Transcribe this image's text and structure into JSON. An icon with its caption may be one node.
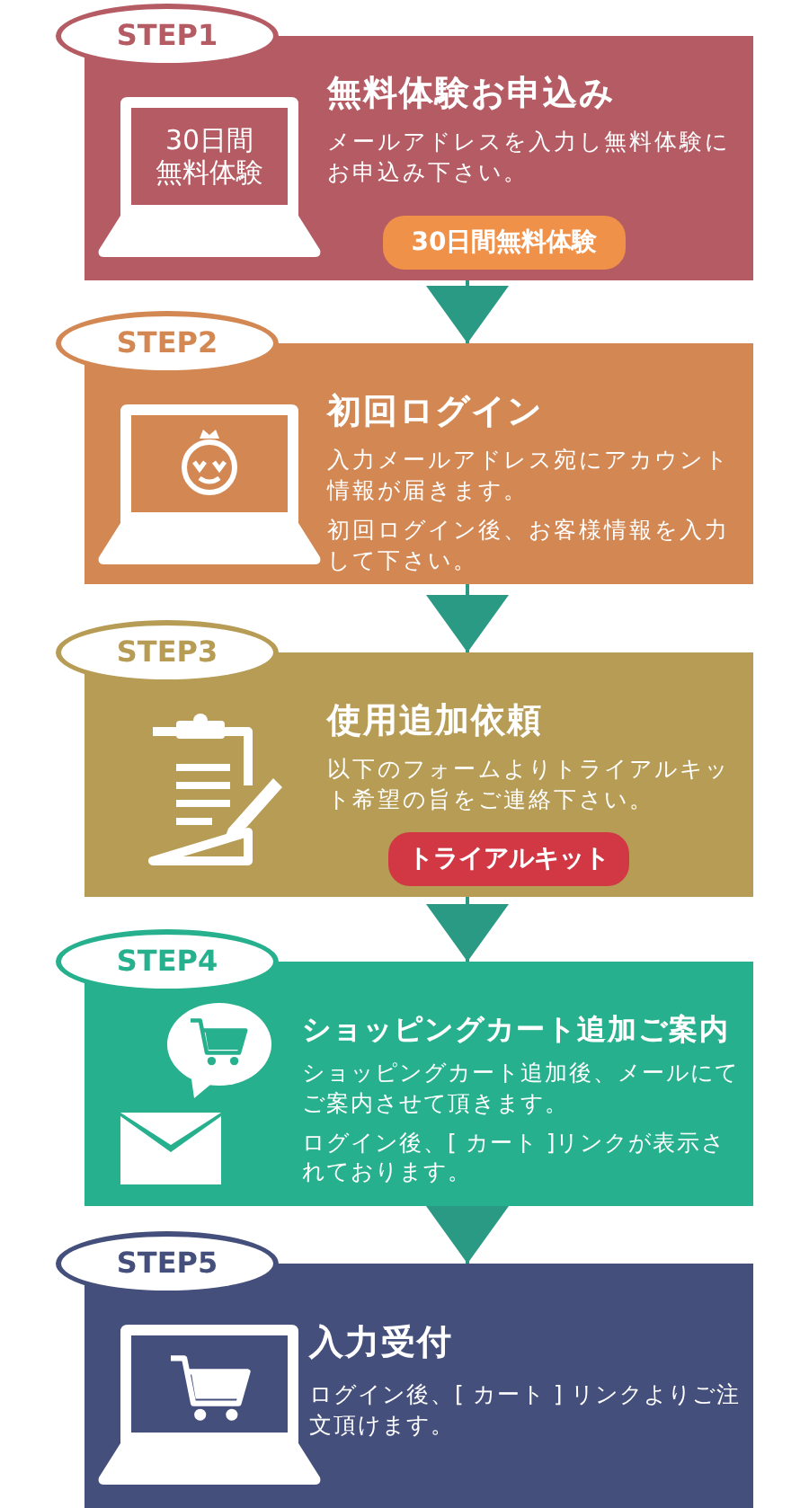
{
  "diagram": {
    "nodes": [
      {
        "text": [
          "STEP1"
        ]
      },
      {
        "text": [
          "無料体験お申込み",
          "メールアドレスを入力し無料体験にお申込み下さい。"
        ]
      },
      {
        "text": [
          "30日間無料体験"
        ],
        "in": 1
      },
      {
        "text": [
          "30日間無料体験"
        ],
        "in": 1
      },
      {
        "text": [
          "STEP2"
        ]
      },
      {
        "text": [
          "初回ログイン",
          "入力メールアドレス宛にアカウント情報が届きます。",
          "初回ログイン後、お客様情報を入力して下さい。"
        ]
      },
      {
        "text": [
          "STEP3"
        ]
      },
      {
        "text": [
          "使用追加依頼",
          "以下のフォームよりトライアルキット希望の旨をご連絡下さい。"
        ]
      },
      {
        "text": [
          "トライアルキット"
        ],
        "in": 7
      },
      {
        "text": [
          "STEP4"
        ]
      },
      {
        "text": [
          "ショッピングカート追加ご案内",
          "ショッピングカート追加後、メールにてご案内させて頂きます。",
          "ログイン後、[ カート ]リンクが表示されております。"
        ]
      },
      {
        "text": [
          "STEP5"
        ]
      },
      {
        "text": [
          "入力受付",
          "ログイン後、[ カート ] リンクよりご注文頂けます。"
        ]
      }
    ],
    "edges": [
      {
        "from": 1,
        "to": 5,
        "arrow": "to"
      },
      {
        "from": 5,
        "to": 7,
        "arrow": "to"
      },
      {
        "from": 7,
        "to": 10,
        "arrow": "to"
      },
      {
        "from": 10,
        "to": 12,
        "arrow": "to"
      }
    ]
  }
}
